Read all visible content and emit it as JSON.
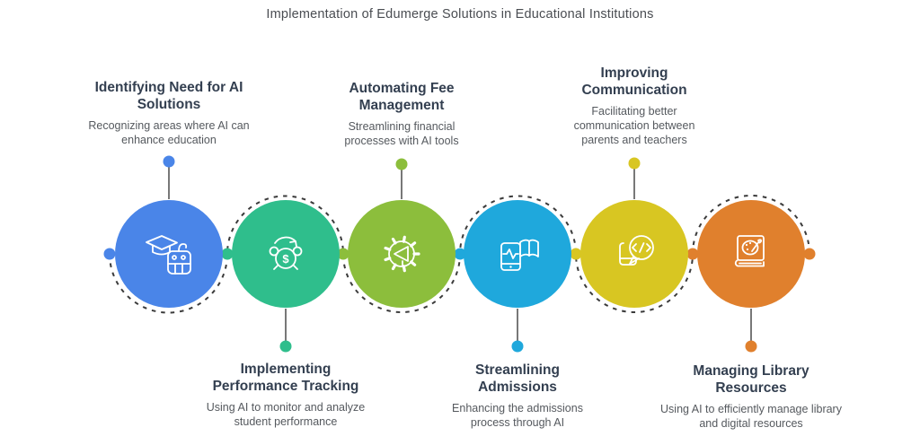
{
  "title": "Implementation of Edumerge Solutions in Educational Institutions",
  "colors": {
    "wave": "#3b3b3b",
    "stem": "#4b4b4b",
    "heading": "#333f50",
    "description": "#55595e",
    "background": "#ffffff"
  },
  "nodes": [
    {
      "title": "Identifying Need for AI Solutions",
      "description": "Recognizing areas where AI can enhance education",
      "color": "#4a85e8",
      "icon": "graduation-cap-robot-icon",
      "label_position": "top"
    },
    {
      "title": "Implementing Performance Tracking",
      "description": "Using AI to monitor and analyze student performance",
      "color": "#2fbe8c",
      "icon": "alarm-clock-dollar-icon",
      "label_position": "bottom"
    },
    {
      "title": "Automating Fee Management",
      "description": "Streamlining financial processes with AI tools",
      "color": "#8cbe3c",
      "icon": "gear-megaphone-icon",
      "label_position": "top"
    },
    {
      "title": "Streamlining Admissions",
      "description": "Enhancing the admissions process through AI",
      "color": "#1fa8dc",
      "icon": "phone-pulse-book-icon",
      "label_position": "bottom"
    },
    {
      "title": "Improving Communication",
      "description": "Facilitating better communication between parents and teachers",
      "color": "#d8c622",
      "icon": "phone-code-chat-icon",
      "label_position": "top"
    },
    {
      "title": "Managing Library Resources",
      "description": "Using AI to efficiently manage library and digital resources",
      "color": "#e0802d",
      "icon": "art-book-palette-icon",
      "label_position": "bottom"
    }
  ],
  "timeline_dots": [
    {
      "color": "#4a85e8"
    },
    {
      "color": "#2fbe8c"
    },
    {
      "color": "#8cbe3c"
    },
    {
      "color": "#1fa8dc"
    },
    {
      "color": "#d8c622"
    },
    {
      "color": "#e0802d"
    },
    {
      "color": "#e0802d"
    }
  ],
  "glyphs": {
    "dollar": "$"
  }
}
